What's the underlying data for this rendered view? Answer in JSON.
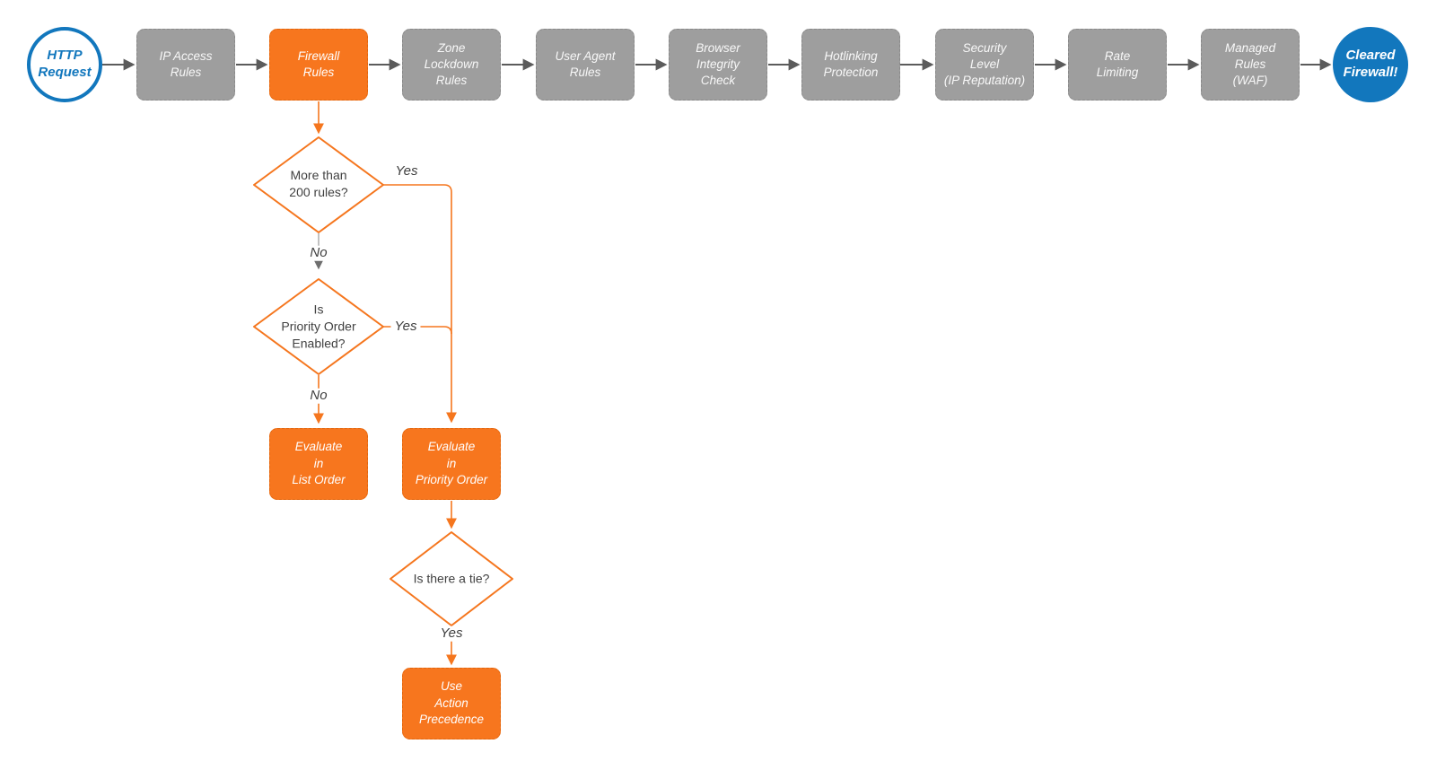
{
  "colors": {
    "accent_orange": "#F7761E",
    "node_gray": "#9E9E9E",
    "terminal_blue": "#1277BD",
    "arrow_gray": "#5B5B5B",
    "connector_orange": "#F5761E"
  },
  "pipeline": {
    "start_label": "HTTP\nRequest",
    "end_label": "Cleared\nFirewall!",
    "stages": [
      {
        "label": "IP Access\nRules"
      },
      {
        "label": "Firewall\nRules"
      },
      {
        "label": "Zone\nLockdown\nRules"
      },
      {
        "label": "User Agent\nRules"
      },
      {
        "label": "Browser\nIntegrity\nCheck"
      },
      {
        "label": "Hotlinking\nProtection"
      },
      {
        "label": "Security\nLevel\n(IP Reputation)"
      },
      {
        "label": "Rate\nLimiting"
      },
      {
        "label": "Managed\nRules\n(WAF)"
      }
    ]
  },
  "branch": {
    "decisions": {
      "more_rules": "More than\n200 rules?",
      "priority_enabled": "Is\nPriority Order\nEnabled?",
      "tie": "Is there a tie?"
    },
    "actions": {
      "list_order": "Evaluate\nin\nList Order",
      "priority_order": "Evaluate\nin\nPriority Order",
      "action_precedence": "Use\nAction\nPrecedence"
    },
    "edge_labels": {
      "yes_more": "Yes",
      "no_more": "No",
      "yes_priority": "Yes",
      "no_priority": "No",
      "yes_tie": "Yes"
    }
  }
}
